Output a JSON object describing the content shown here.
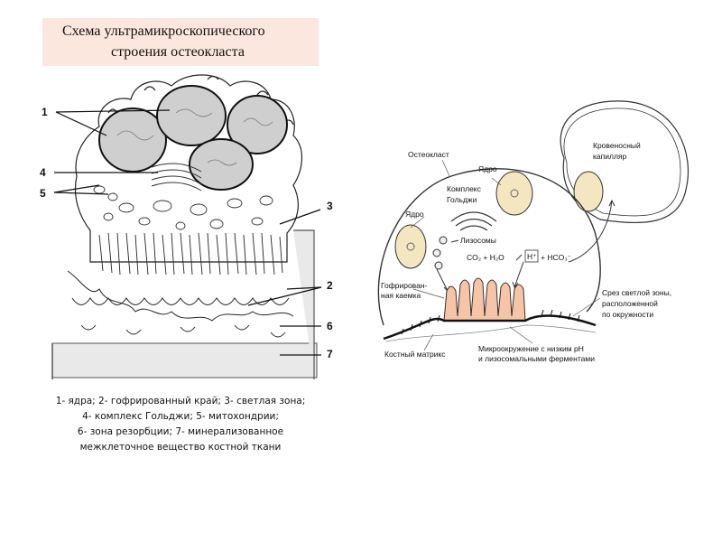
{
  "title": {
    "line1": "Схема ультрамикроскопического",
    "line2": "строения  остеокласта"
  },
  "left_figure": {
    "callouts": [
      "1",
      "4",
      "5",
      "3",
      "2",
      "6",
      "7"
    ]
  },
  "caption": {
    "line1": "1- ядра; 2- гофрированный край; 3- светлая зона;",
    "line2": "4- комплекс Гольджи; 5- митохондрии;",
    "line3": "6- зона резорбции; 7- минерализованное",
    "line4": "межклеточное вещество костной ткани"
  },
  "right_figure": {
    "osteoclast": "Остеокласт",
    "nucleus_top": "Ядро",
    "nucleus_left": "Ядро",
    "golgi_line1": "Комплекс",
    "golgi_line2": "Гольджи",
    "lysosomes": "Лизосомы",
    "reaction": "CO₂ + H₂O",
    "proton": "H⁺",
    "bicarbonate": "+ HCO₃⁻",
    "ruffled_line1": "Гофрирован-",
    "ruffled_line2": "ная каемка",
    "capillary_line1": "Кровеносный",
    "capillary_line2": "капилляр",
    "clear_zone_line1": "Срез светлой зоны,",
    "clear_zone_line2": "расположенной",
    "clear_zone_line3": "по окружности",
    "bone_matrix": "Костный матрикс",
    "micro_line1": "Микроокружение с низким pH",
    "micro_line2": "и лизосомальными ферментами"
  },
  "colors": {
    "title_bg": "#fbe7dd",
    "ruffled_border": "#f6c4a6",
    "nucleus": "#f3e6c0"
  }
}
